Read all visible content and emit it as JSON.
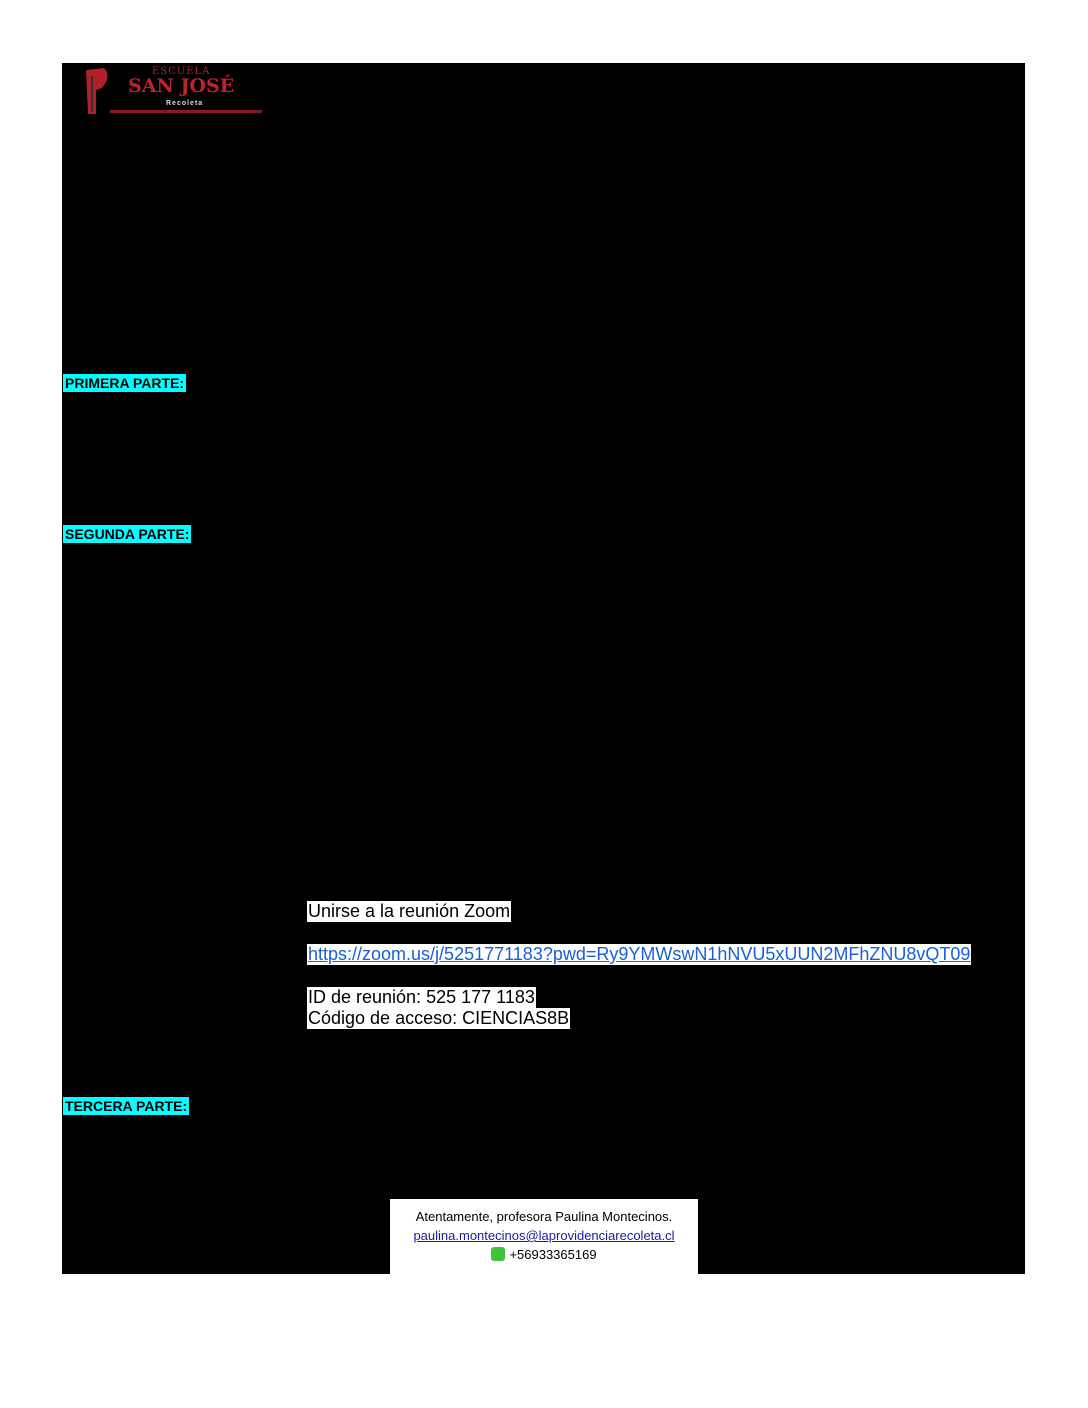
{
  "logo": {
    "line1": "ESCUELA",
    "line2": "SAN JOSÉ",
    "line3": "Recoleta"
  },
  "sections": {
    "first": "PRIMERA PARTE:",
    "second": "SEGUNDA PARTE:",
    "third": "TERCERA PARTE:"
  },
  "zoom": {
    "title": "Unirse a la reunión Zoom",
    "url": "https://zoom.us/j/5251771183?pwd=Ry9YMWswN1hNVU5xUUN2MFhZNU8vQT09",
    "meeting_id": "ID de reunión: 525 177 1183",
    "access_code": "Código de acceso: CIENCIAS8B"
  },
  "footer": {
    "signature": "Atentamente, profesora Paulina Montecinos.",
    "email": "paulina.montecinos@laprovidenciarecoleta.cl",
    "phone": "+56933365169"
  }
}
